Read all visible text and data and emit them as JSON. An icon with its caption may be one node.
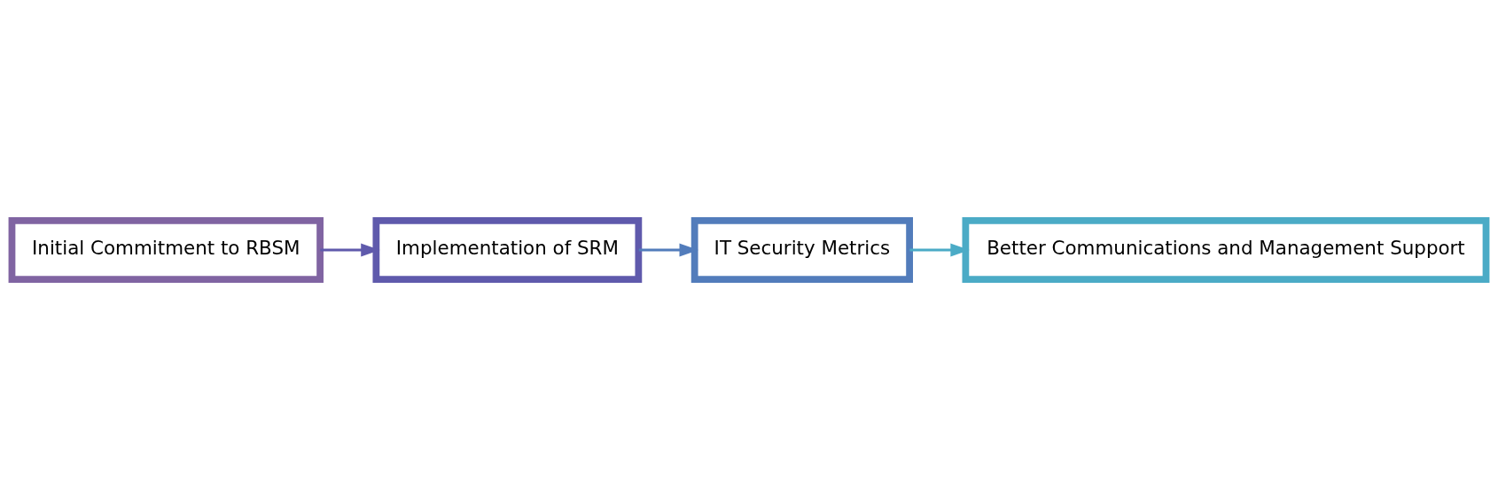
{
  "diagram": {
    "nodes": [
      {
        "text": [
          "Initial Commitment to RBSM"
        ]
      },
      {
        "text": [
          "Implementation of SRM"
        ]
      },
      {
        "text": [
          "IT Security Metrics"
        ]
      },
      {
        "text": [
          "Better Communications and Management Support"
        ]
      }
    ],
    "edges": [
      {
        "from": 0,
        "to": 1,
        "arrow": "to"
      },
      {
        "from": 1,
        "to": 2,
        "arrow": "to"
      },
      {
        "from": 2,
        "to": 3,
        "arrow": "to"
      }
    ]
  }
}
